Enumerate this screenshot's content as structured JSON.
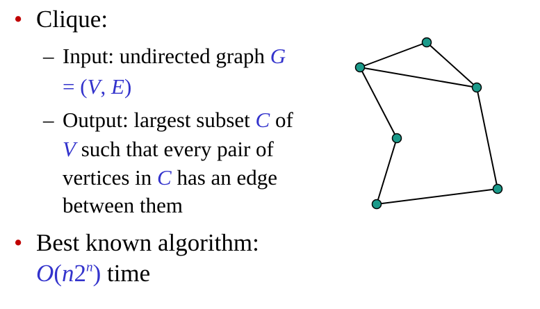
{
  "bullets": [
    {
      "text": "Clique:",
      "sub": [
        {
          "parts": [
            {
              "t": "Input: undirected graph ",
              "m": false
            },
            {
              "t": "G",
              "m": true
            },
            {
              "t": "= (",
              "m": "n"
            },
            {
              "t": "V",
              "m": true
            },
            {
              "t": ", ",
              "m": "n"
            },
            {
              "t": "E",
              "m": true
            },
            {
              "t": ")",
              "m": "n"
            }
          ]
        },
        {
          "parts": [
            {
              "t": "Output: largest subset ",
              "m": false
            },
            {
              "t": "C",
              "m": true
            },
            {
              "t": " of",
              "m": false
            },
            {
              "t": "V",
              "m": true
            },
            {
              "t": " such that every pair of",
              "m": false
            },
            {
              "t": "vertices in ",
              "m": false
            },
            {
              "t": "C",
              "m": true
            },
            {
              "t": " has an edge",
              "m": false
            },
            {
              "t": "between them",
              "m": false
            }
          ]
        }
      ]
    },
    {
      "text": "Best known algorithm:",
      "formula": {
        "O": "O",
        "open": "(",
        "n": "n",
        "two": "2",
        "exp": "n",
        "close": ")",
        "suffix": " time"
      }
    }
  ],
  "graph": {
    "node_color": "#1a9a8a",
    "edge_color": "#000000"
  }
}
